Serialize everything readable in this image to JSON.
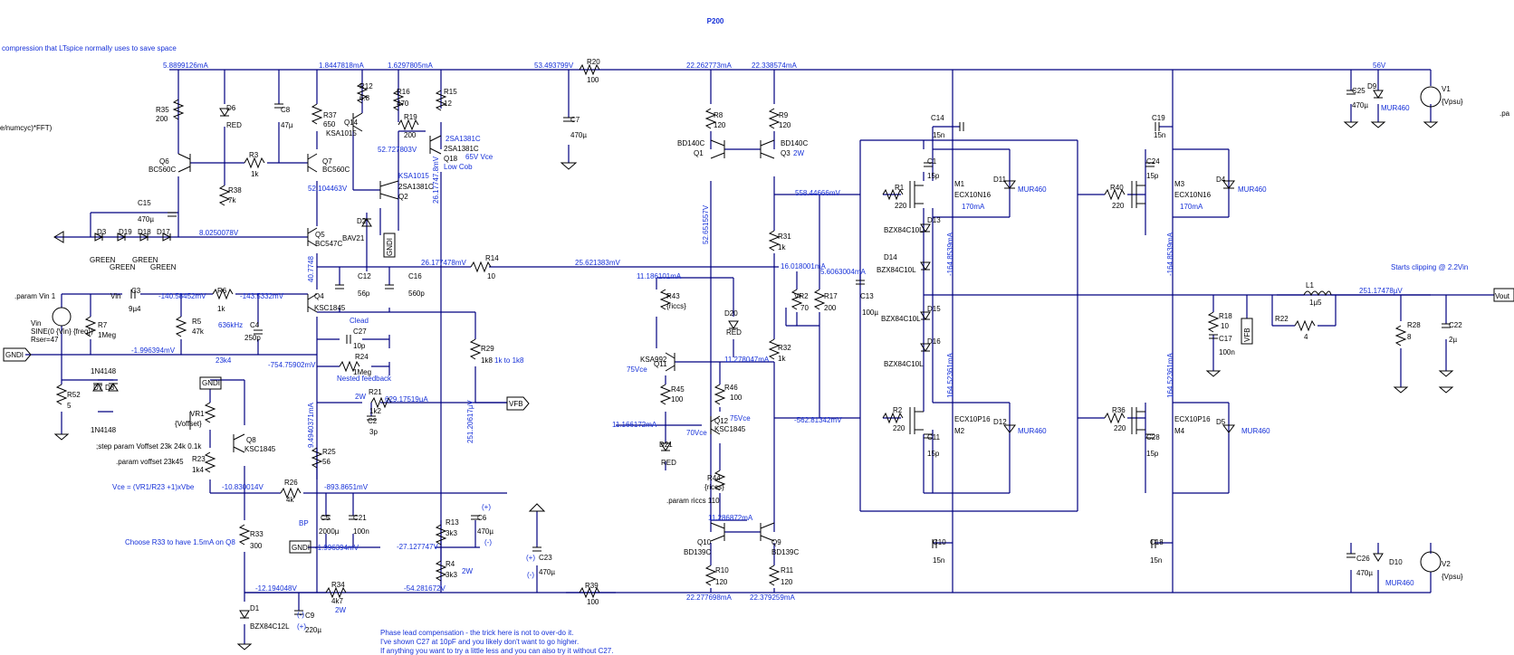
{
  "title": "P200",
  "notes": {
    "top_left": "compression that LTspice normally uses to save space",
    "fft": "e/numcyc)*FFT)",
    "pa": ".pa",
    "vce_formula": "Vce = (VR1/R23 +1)xVbe",
    "choose_r33": "Choose R33 to have 1.5mA on Q8",
    "step_param": ";step param Voffset 23k 24k 0.1k",
    "param_voffset": ".param voffset 23k45",
    "param_vin": ".param Vin 1",
    "param_riccs": ".param riccs 110",
    "clipping": "Starts clipping @ 2.2Vin",
    "compensation": [
      "Phase lead compensation - the trick here is not to over-do it.",
      "I've shown C27 at 10pF and you likely don't want to go higher.",
      "If anything you want to try a little less and you can also try it without C27."
    ],
    "clead": "Clead",
    "nested": "Nested feedback",
    "lowcob": "Low Cob",
    "vce65": "65V Vce",
    "vce75a": "75Vce",
    "vce75b": "75Vce",
    "vce70": "70Vce",
    "range": "1k to 1k8",
    "bp": "BP",
    "w2a": "2W",
    "w2b": "2W",
    "w2c": "2W",
    "w2d": "2W",
    "khz": "636kHz",
    "k23": "23k4",
    "plus1": "(+)",
    "minus1": "(-)",
    "plus2": "(+)",
    "minus2": "(-)",
    "minus3": "(-)",
    "plus3": "(+)",
    "ma170a": "170mA",
    "ma170b": "170mA",
    "v56": "56V"
  },
  "labels": {
    "gnd1": "GNDI",
    "gnd2": "GNDI",
    "gnd3": "GNDI",
    "gnd4": "GNDI",
    "vfb1": "VFB",
    "vfb2": "VFB",
    "vout": "Vout",
    "vin_name": "Vin",
    "vin_net": "Vin",
    "vin_sine": "SINE(0 {Vin} {freq})",
    "vin_rser": "Rser=47",
    "vpsu1": "{Vpsu}",
    "vpsu2": "{Vpsu}"
  },
  "measurements": {
    "m1": "5.8899126mA",
    "m2": "1.8447818mA",
    "m3": "1.6297805mA",
    "m4": "53.493799V",
    "m5": "22.262773mA",
    "m6": "22.338574mA",
    "m7": "52.727803V",
    "m8": "52.104463V",
    "m9": "8.0250078V",
    "m10": "26.177478mV",
    "m11": "25.621383mV",
    "m12": "-140.58452mV",
    "m13": "-143.5332mV",
    "m14": "-1.996394mV",
    "m15": "-754.75902mV",
    "m16": "629.17519µA",
    "m17": "-10.830014V",
    "m18": "-893.8651mV",
    "m19": "-1.996394mV",
    "m20": "-27.127747V",
    "m21": "-12.194048V",
    "m22": "-54.281672V",
    "m23": "11.186101mA",
    "m24": "11.278047mA",
    "m25": "11.166172mA",
    "m26": "11.286872mA",
    "m27": "22.277698mA",
    "m28": "22.379259mA",
    "m29": "558.44666mV",
    "m30": "16.018001mA",
    "m31": "5.6063004mA",
    "m32": "-562.81342mV",
    "m33": "251.17478µV",
    "m34": "-164.8539mA",
    "m35": "-164.8539mA",
    "m36": "164.52361mA",
    "m37": "164.52361mA",
    "m38": "40.7748",
    "m39": "26.17747.8mV",
    "m40": "52.651557V",
    "m41": "251.20617µV",
    "m42": "9.4940371mA"
  },
  "components": {
    "R35": [
      "R35",
      "200"
    ],
    "D6": [
      "D6",
      "RED"
    ],
    "C8": [
      "C8",
      "47µ"
    ],
    "R37": [
      "R37",
      "650"
    ],
    "R12": [
      "R12",
      "6.8"
    ],
    "R16": [
      "R16",
      "470"
    ],
    "R15": [
      "R15",
      "12"
    ],
    "R19": [
      "R19",
      "200"
    ],
    "R20": [
      "R20",
      "100"
    ],
    "C7": [
      "C7",
      "470µ"
    ],
    "R8": [
      "R8",
      "120"
    ],
    "R9": [
      "R9",
      "120"
    ],
    "C14": [
      "C14",
      "15n"
    ],
    "C19": [
      "C19",
      "15n"
    ],
    "C25": [
      "C25",
      "470µ"
    ],
    "D9": [
      "D9",
      "MUR460"
    ],
    "V1": [
      "V1",
      "{Vpsu}"
    ],
    "Q6": [
      "Q6",
      "BC560C"
    ],
    "R3": [
      "R3",
      "1k"
    ],
    "Q7": [
      "Q7",
      "BC560C"
    ],
    "R38": [
      "R38",
      "7k"
    ],
    "Q14": [
      "Q14",
      "KSA1015"
    ],
    "Q18": [
      "Q18",
      "2SA1381C"
    ],
    "Q2": [
      "Q2",
      "2SA1381C"
    ],
    "Q1": [
      "Q1",
      "BD140C"
    ],
    "Q3": [
      "Q3",
      "BD140C"
    ],
    "C1": [
      "C1",
      "15p"
    ],
    "R1": [
      "R1",
      "220"
    ],
    "M1": [
      "M1",
      "ECX10N16"
    ],
    "D11": [
      "D11",
      "MUR460"
    ],
    "R40": [
      "R40",
      "220"
    ],
    "C24": [
      "C24",
      "15p"
    ],
    "M3": [
      "M3",
      "ECX10N16"
    ],
    "D4": [
      "D4",
      "MUR460"
    ],
    "C15": [
      "C15",
      "470µ"
    ],
    "D3": [
      "D3",
      "GREEN"
    ],
    "D19": [
      "D19",
      "GREEN"
    ],
    "D18": [
      "D18",
      "GREEN"
    ],
    "D17": [
      "D17",
      "GREEN"
    ],
    "Q5": [
      "Q5",
      "BC547C"
    ],
    "D2": [
      "D2",
      "BAV21"
    ],
    "R14": [
      "R14",
      "10"
    ],
    "R31": [
      "R31",
      "1k"
    ],
    "D13": [
      "D13",
      "BZX84C10L"
    ],
    "D14": [
      "D14",
      "BZX84C10L"
    ],
    "C3": [
      "C3",
      "9µ4"
    ],
    "R6": [
      "R6",
      "1k"
    ],
    "Q4": [
      "Q4",
      "KSC1845"
    ],
    "R5": [
      "R5",
      "47k"
    ],
    "C4": [
      "C4",
      "250p"
    ],
    "R7": [
      "R7",
      "1Meg"
    ],
    "C12": [
      "C12",
      "56p"
    ],
    "C16": [
      "C16",
      "560p"
    ],
    "R43": [
      "R43",
      "{riccs}"
    ],
    "D20": [
      "D20",
      "RED"
    ],
    "VR2": [
      "VR2",
      "70"
    ],
    "R17": [
      "R17",
      "200"
    ],
    "C13": [
      "C13",
      "100µ"
    ],
    "D15": [
      "D15",
      "BZX84C10L"
    ],
    "L1": [
      "L1",
      "1µ5"
    ],
    "R18": [
      "R18",
      "10"
    ],
    "R22": [
      "R22",
      "4"
    ],
    "R28": [
      "R28",
      "8"
    ],
    "C22": [
      "C22",
      "2µ"
    ],
    "C27": [
      "C27",
      "10p"
    ],
    "R24": [
      "R24",
      "1Meg"
    ],
    "D7": [
      "D7",
      "1N4148"
    ],
    "D8": [
      "D8",
      "1N4148"
    ],
    "R52": [
      "R52",
      "5"
    ],
    "R29": [
      "R29",
      "1k8"
    ],
    "Q11": [
      "Q11",
      "KSA992"
    ],
    "R32": [
      "R32",
      "1k"
    ],
    "D16": [
      "D16",
      "BZX84C10L"
    ],
    "C17": [
      "C17",
      "100n"
    ],
    "R21": [
      "R21",
      "1k2"
    ],
    "C2": [
      "C2",
      "3p"
    ],
    "R45": [
      "R45",
      "100"
    ],
    "R46": [
      "R46",
      "100"
    ],
    "VR1": [
      "VR1",
      "{Voffset}"
    ],
    "Q8": [
      "Q8",
      "KSC1845"
    ],
    "R23": [
      "R23",
      "1k4"
    ],
    "R25": [
      "R25",
      "56"
    ],
    "Q12": [
      "Q12",
      "KSC1845"
    ],
    "R2": [
      "R2",
      "220"
    ],
    "M2": [
      "M2",
      "ECX10P16"
    ],
    "D12": [
      "D12",
      "MUR460"
    ],
    "C11": [
      "C11",
      "15p"
    ],
    "R36": [
      "R36",
      "220"
    ],
    "M4": [
      "M4",
      "ECX10P16"
    ],
    "D5": [
      "D5",
      "MUR460"
    ],
    "C28": [
      "C28",
      "15p"
    ],
    "D21": [
      "D21",
      "RED"
    ],
    "R26": [
      "R26",
      "4k"
    ],
    "R44": [
      "R44",
      "{riccs}"
    ],
    "C5": [
      "C5",
      "2000µ"
    ],
    "C21": [
      "C21",
      "100n"
    ],
    "R13": [
      "R13",
      "3k3"
    ],
    "C6": [
      "C6",
      "470µ"
    ],
    "R33": [
      "R33",
      "300"
    ],
    "Q10": [
      "Q10",
      "BD139C"
    ],
    "Q9": [
      "Q9",
      "BD139C"
    ],
    "C23": [
      "C23",
      "470µ"
    ],
    "C10": [
      "C10",
      "15n"
    ],
    "C18": [
      "C18",
      "15n"
    ],
    "C26": [
      "C26",
      "470µ"
    ],
    "D10": [
      "D10",
      "MUR460"
    ],
    "V2": [
      "V2",
      "{Vpsu}"
    ],
    "R4": [
      "R4",
      "3k3"
    ],
    "R34": [
      "R34",
      "4k7"
    ],
    "R39": [
      "R39",
      "100"
    ],
    "R10": [
      "R10",
      "120"
    ],
    "R11": [
      "R11",
      "120"
    ],
    "D1": [
      "D1",
      "BZX84C12L"
    ],
    "C9": [
      "C9",
      "220µ"
    ]
  }
}
